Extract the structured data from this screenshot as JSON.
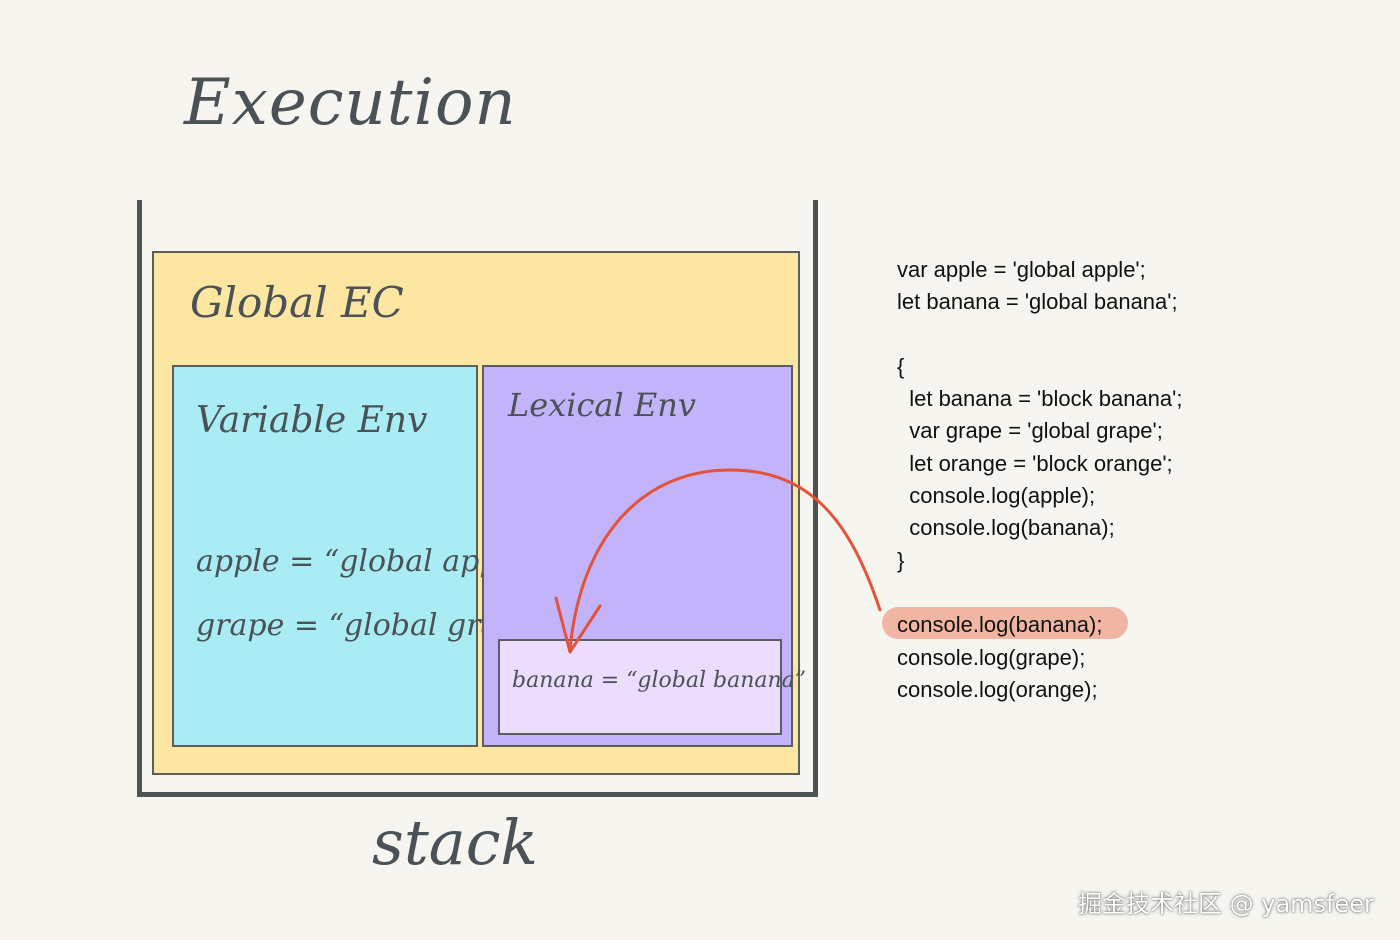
{
  "title": "Execution",
  "stack_label": "stack",
  "global_ec": {
    "label": "Global EC"
  },
  "variable_env": {
    "label": "Variable Env",
    "entries": [
      "apple = “global apple”",
      "grape = “global grape”"
    ]
  },
  "lexical_env": {
    "label": "Lexical Env",
    "entry": "banana = “global banana”"
  },
  "code_lines": [
    "var apple = 'global apple';",
    "let banana = 'global banana';",
    "",
    "{",
    "  let banana = 'block banana';",
    "  var grape = 'global grape';",
    "  let orange = 'block orange';",
    "  console.log(apple);",
    "  console.log(banana);",
    "}",
    "",
    "console.log(banana);",
    "console.log(grape);",
    "console.log(orange);"
  ],
  "highlighted_line": 11,
  "watermark": "掘金技术社区 @ yamsfeer",
  "colors": {
    "global_ec": "#fde6a2",
    "variable_env": "#aaecf3",
    "lexical_env": "#c3b3fb",
    "banana_box": "#ecdcfd",
    "highlight": "#f0b6a3",
    "arrow": "#e2533a"
  }
}
